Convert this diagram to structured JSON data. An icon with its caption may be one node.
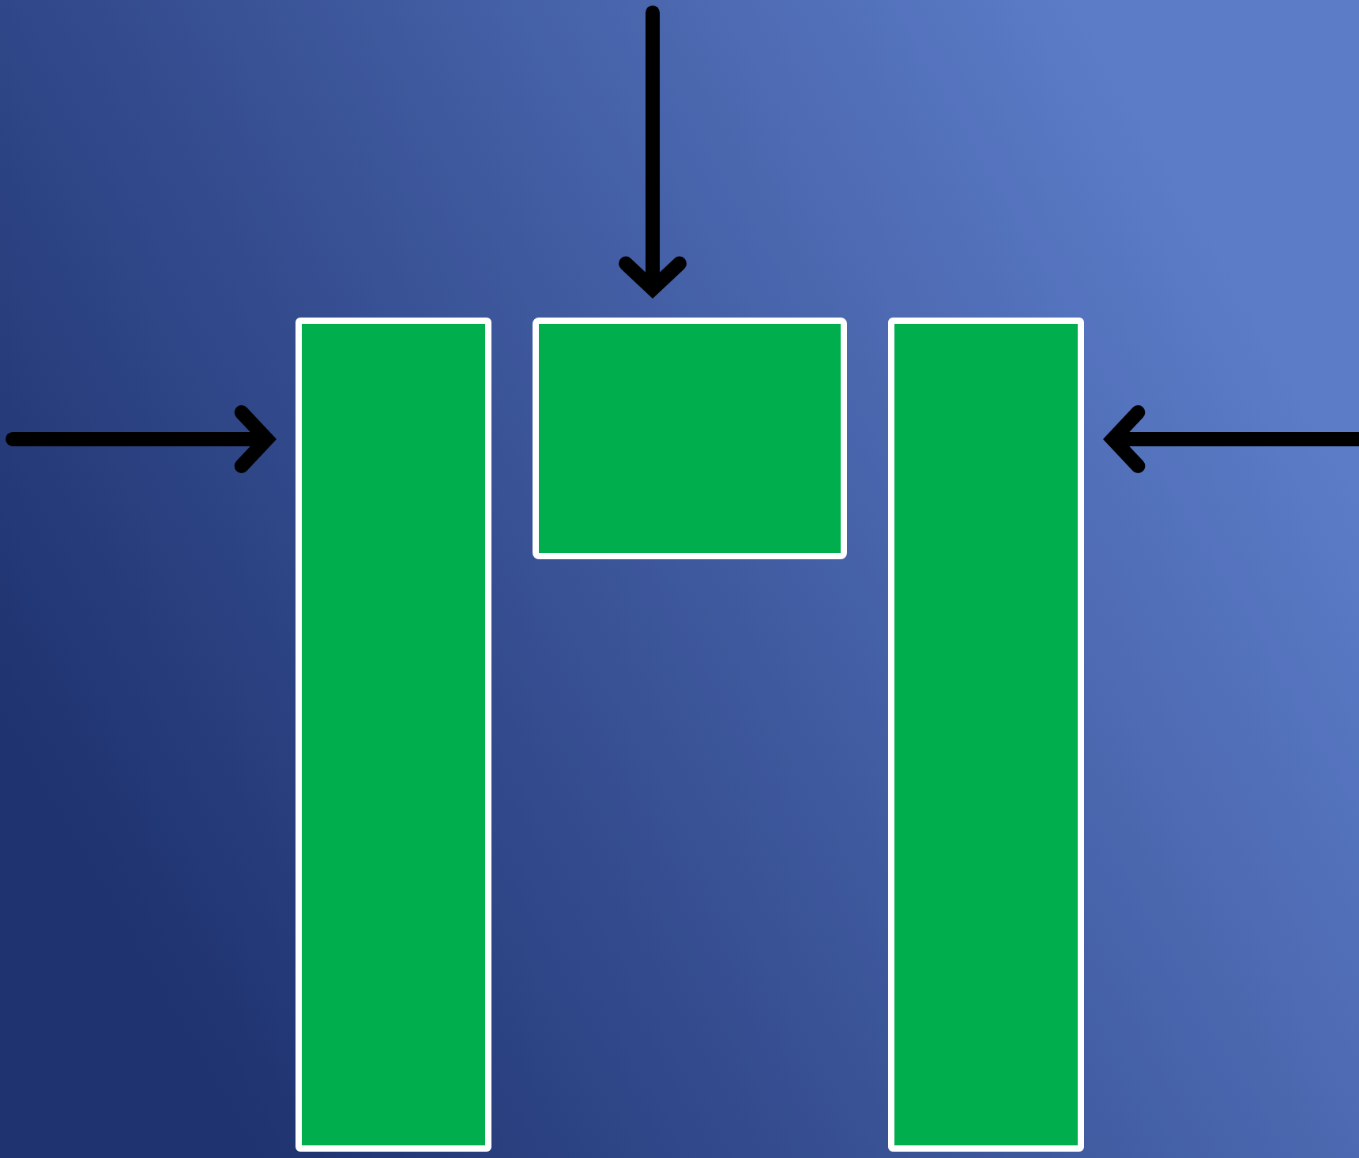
{
  "diagram": {
    "nodes": [
      {
        "text": [],
        "shape": "bar"
      },
      {
        "text": [],
        "shape": "box"
      },
      {
        "text": [],
        "shape": "bar"
      }
    ],
    "edges": [
      {
        "from": null,
        "to": 0,
        "arrow": "to"
      },
      {
        "from": null,
        "to": 1,
        "arrow": "to"
      },
      {
        "from": null,
        "to": 2,
        "arrow": "to"
      }
    ]
  }
}
